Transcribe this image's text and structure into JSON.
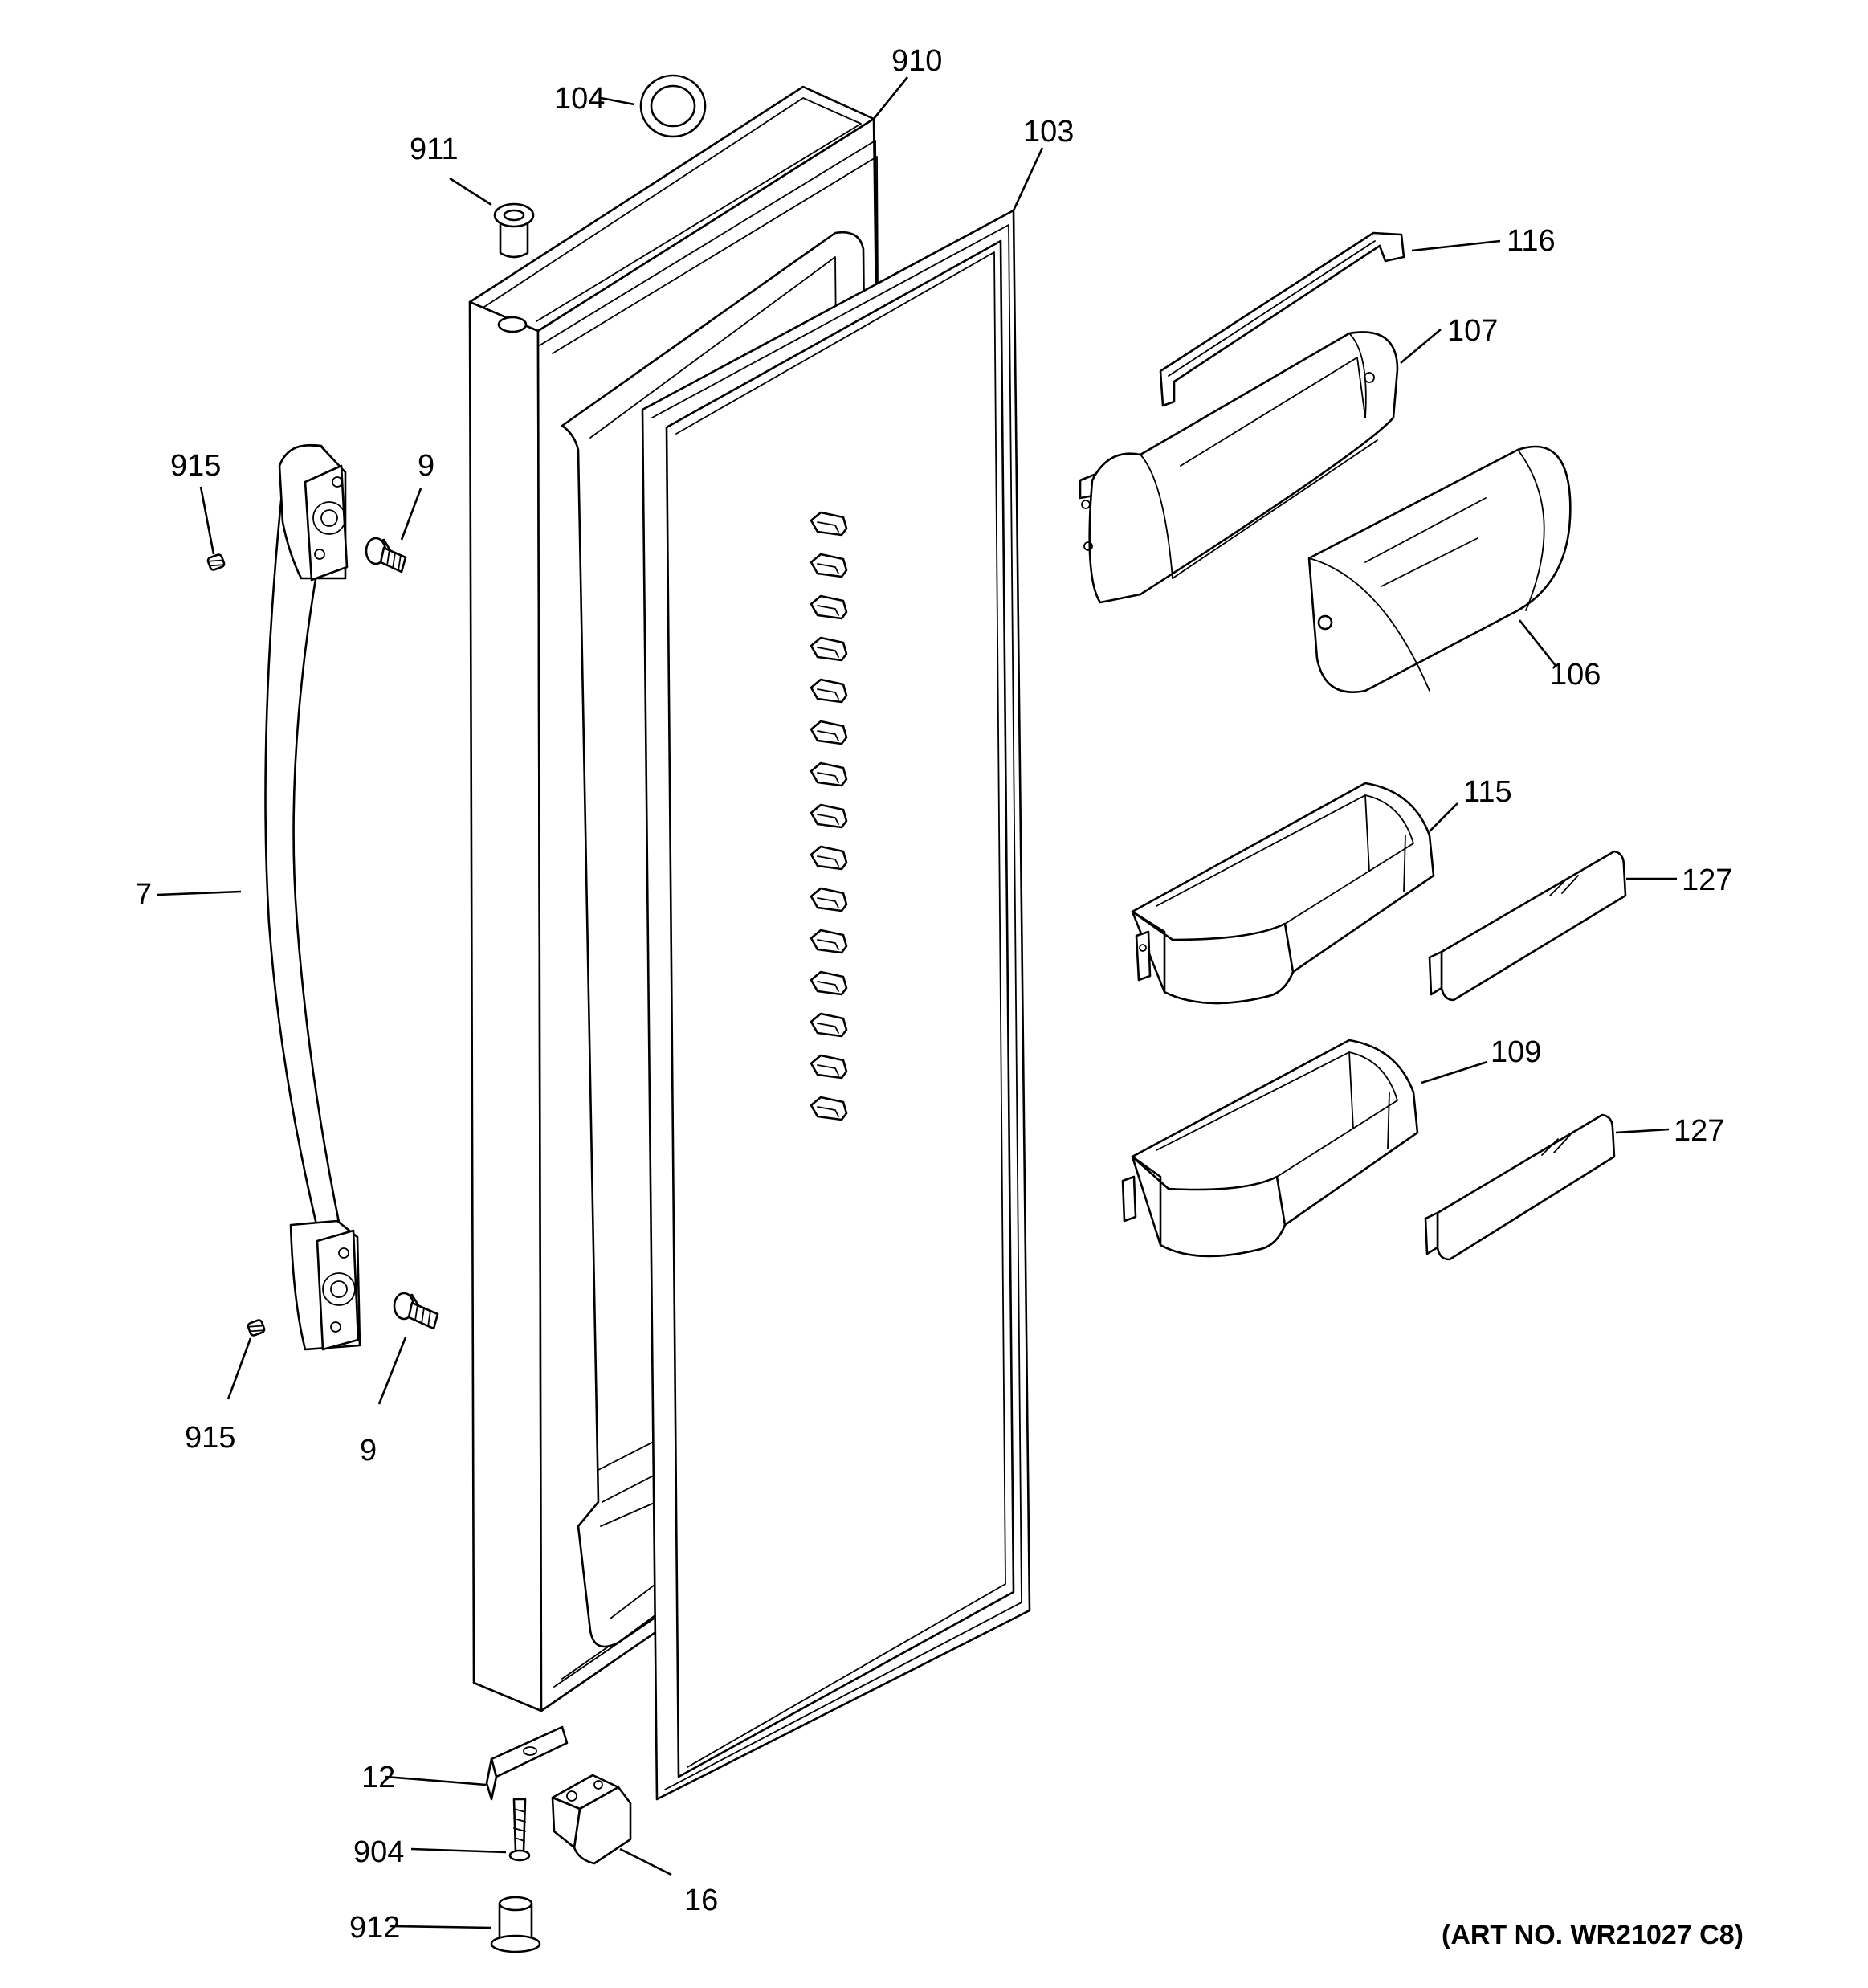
{
  "diagram": {
    "callouts": [
      {
        "id": "104",
        "label": "104"
      },
      {
        "id": "910",
        "label": "910"
      },
      {
        "id": "911",
        "label": "911"
      },
      {
        "id": "103",
        "label": "103"
      },
      {
        "id": "116",
        "label": "116"
      },
      {
        "id": "107",
        "label": "107"
      },
      {
        "id": "915a",
        "label": "915"
      },
      {
        "id": "9a",
        "label": "9"
      },
      {
        "id": "106",
        "label": "106"
      },
      {
        "id": "115",
        "label": "115"
      },
      {
        "id": "127a",
        "label": "127"
      },
      {
        "id": "7",
        "label": "7"
      },
      {
        "id": "109",
        "label": "109"
      },
      {
        "id": "127b",
        "label": "127"
      },
      {
        "id": "915b",
        "label": "915"
      },
      {
        "id": "9b",
        "label": "9"
      },
      {
        "id": "12",
        "label": "12"
      },
      {
        "id": "904",
        "label": "904"
      },
      {
        "id": "16",
        "label": "16"
      },
      {
        "id": "912",
        "label": "912"
      }
    ],
    "art_number": "(ART NO. WR21027 C8)"
  }
}
